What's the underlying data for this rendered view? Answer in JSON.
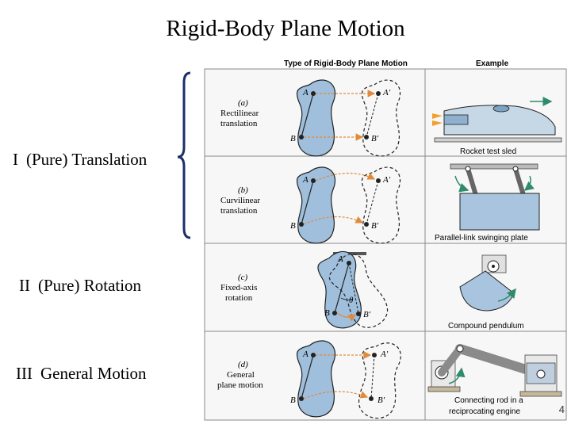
{
  "slide": {
    "title": "Rigid-Body Plane Motion",
    "page_number": "4"
  },
  "categories": [
    {
      "numeral": "I",
      "label": "(Pure) Translation"
    },
    {
      "numeral": "II",
      "label": "(Pure) Rotation"
    },
    {
      "numeral": "III",
      "label": "General Motion"
    }
  ],
  "table": {
    "header_type": "Type of Rigid-Body Plane Motion",
    "header_example": "Example",
    "rows": [
      {
        "letter": "(a)",
        "name_line1": "Rectilinear",
        "name_line2": "translation",
        "point_a": "A",
        "point_b": "B",
        "point_a2": "A′",
        "point_b2": "B′",
        "example": "Rocket test sled"
      },
      {
        "letter": "(b)",
        "name_line1": "Curvilinear",
        "name_line2": "translation",
        "point_a": "A",
        "point_b": "B",
        "point_a2": "A′",
        "point_b2": "B′",
        "example": "Parallel-link swinging plate"
      },
      {
        "letter": "(c)",
        "name_line1": "Fixed-axis",
        "name_line2": "rotation",
        "point_a": "A",
        "point_b": "B",
        "point_a2": "",
        "point_b2": "B′",
        "angle": "θ",
        "example": "Compound pendulum"
      },
      {
        "letter": "(d)",
        "name_line1": "General",
        "name_line2": "plane motion",
        "point_a": "A",
        "point_b": "B",
        "point_a2": "A′",
        "point_b2": "B′",
        "example_line1": "Connecting rod in a",
        "example_line2": "reciprocating engine"
      }
    ]
  },
  "colors": {
    "body_fill": "#9fbfdc",
    "body_stroke": "#222222",
    "arrow": "#e08a3a",
    "brace": "#1c2f6b",
    "green_arrow": "#2f8c6a",
    "table_bg": "#f7f7f7",
    "grid": "#888888"
  }
}
